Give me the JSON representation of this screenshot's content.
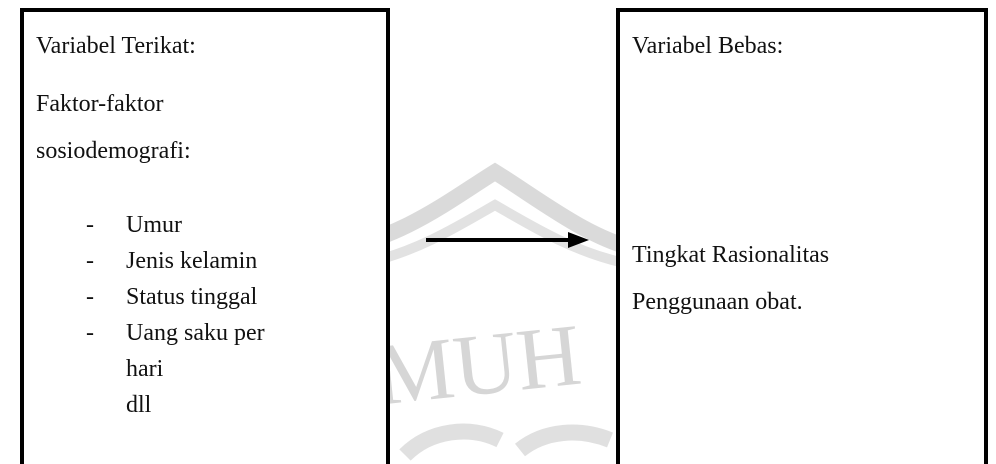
{
  "watermark": {
    "text": "MUH"
  },
  "left_box": {
    "title": "Variabel Terikat:",
    "heading_line1": "Faktor-faktor",
    "heading_line2": "sosiodemografi:",
    "bullet": "-",
    "items": [
      "Umur",
      "Jenis kelamin",
      "Status tinggal",
      "Uang saku per"
    ],
    "continuation": [
      "hari",
      "dll"
    ]
  },
  "right_box": {
    "title": "Variabel Bebas:",
    "line1": "Tingkat Rasionalitas",
    "line2": "Penggunaan obat."
  },
  "colors": {
    "border": "#000000",
    "watermark": "#d8d8d8"
  }
}
